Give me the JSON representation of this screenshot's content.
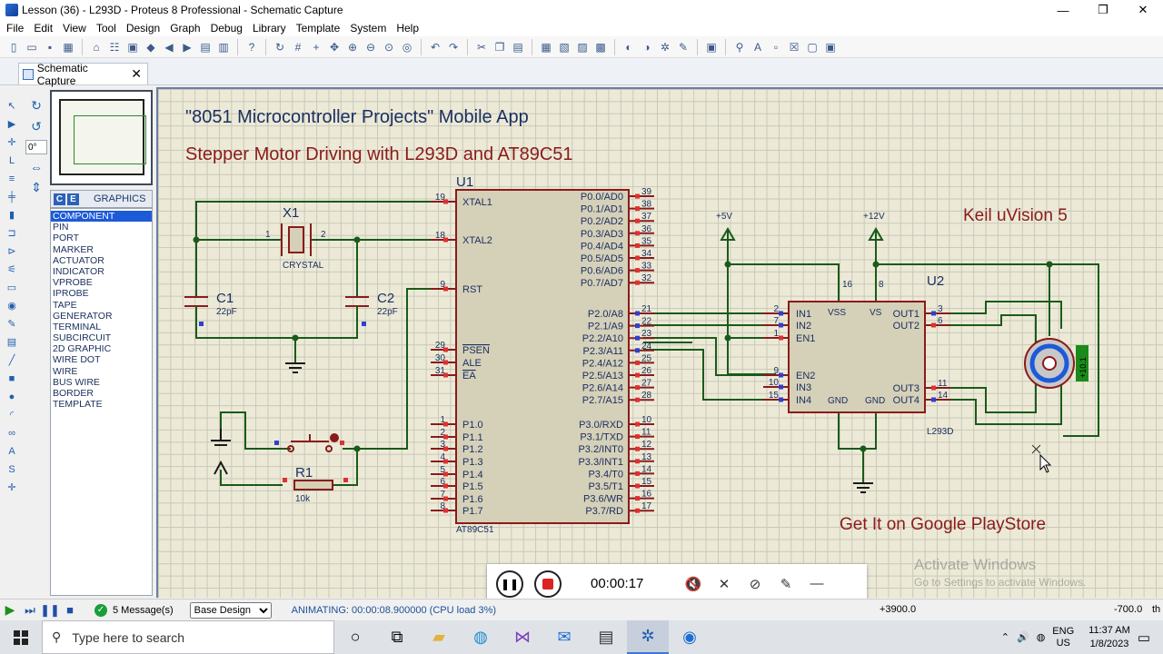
{
  "window": {
    "title": "Lesson (36) - L293D - Proteus 8 Professional - Schematic Capture",
    "controls": [
      "—",
      "❐",
      "✕"
    ]
  },
  "menu": [
    "File",
    "Edit",
    "View",
    "Tool",
    "Design",
    "Graph",
    "Debug",
    "Library",
    "Template",
    "System",
    "Help"
  ],
  "tab": {
    "label": "Schematic Capture",
    "close": "✕"
  },
  "rotation": {
    "value": "0°"
  },
  "devices": {
    "mode_c": "C",
    "mode_e": "E",
    "header": "GRAPHICS",
    "items": [
      "COMPONENT",
      "PIN",
      "PORT",
      "MARKER",
      "ACTUATOR",
      "INDICATOR",
      "VPROBE",
      "IPROBE",
      "TAPE",
      "GENERATOR",
      "TERMINAL",
      "SUBCIRCUIT",
      "2D GRAPHIC",
      "WIRE DOT",
      "WIRE",
      "BUS WIRE",
      "BORDER",
      "TEMPLATE"
    ],
    "selected": "COMPONENT"
  },
  "schematic": {
    "title1": "\"8051 Microcontroller Projects\" Mobile App",
    "title2": "Stepper Motor Driving with L293D and AT89C51",
    "keil": "Keil uVision 5",
    "playstore": "Get It on Google PlayStore",
    "u1": {
      "ref": "U1",
      "part": "AT89C51",
      "left_pins": [
        {
          "num": "19",
          "name": "XTAL1"
        },
        {
          "num": "18",
          "name": "XTAL2"
        },
        {
          "num": "9",
          "name": "RST"
        },
        {
          "num": "29",
          "name": "PSEN"
        },
        {
          "num": "30",
          "name": "ALE"
        },
        {
          "num": "31",
          "name": "EA"
        },
        {
          "num": "1",
          "name": "P1.0"
        },
        {
          "num": "2",
          "name": "P1.1"
        },
        {
          "num": "3",
          "name": "P1.2"
        },
        {
          "num": "4",
          "name": "P1.3"
        },
        {
          "num": "5",
          "name": "P1.4"
        },
        {
          "num": "6",
          "name": "P1.5"
        },
        {
          "num": "7",
          "name": "P1.6"
        },
        {
          "num": "8",
          "name": "P1.7"
        }
      ],
      "right_pins": [
        {
          "num": "39",
          "name": "P0.0/AD0"
        },
        {
          "num": "38",
          "name": "P0.1/AD1"
        },
        {
          "num": "37",
          "name": "P0.2/AD2"
        },
        {
          "num": "36",
          "name": "P0.3/AD3"
        },
        {
          "num": "35",
          "name": "P0.4/AD4"
        },
        {
          "num": "34",
          "name": "P0.5/AD5"
        },
        {
          "num": "33",
          "name": "P0.6/AD6"
        },
        {
          "num": "32",
          "name": "P0.7/AD7"
        },
        {
          "num": "21",
          "name": "P2.0/A8"
        },
        {
          "num": "22",
          "name": "P2.1/A9"
        },
        {
          "num": "23",
          "name": "P2.2/A10"
        },
        {
          "num": "24",
          "name": "P2.3/A11"
        },
        {
          "num": "25",
          "name": "P2.4/A12"
        },
        {
          "num": "26",
          "name": "P2.5/A13"
        },
        {
          "num": "27",
          "name": "P2.6/A14"
        },
        {
          "num": "28",
          "name": "P2.7/A15"
        },
        {
          "num": "10",
          "name": "P3.0/RXD"
        },
        {
          "num": "11",
          "name": "P3.1/TXD"
        },
        {
          "num": "12",
          "name": "P3.2/INT0"
        },
        {
          "num": "13",
          "name": "P3.3/INT1"
        },
        {
          "num": "14",
          "name": "P3.4/T0"
        },
        {
          "num": "15",
          "name": "P3.5/T1"
        },
        {
          "num": "16",
          "name": "P3.6/WR"
        },
        {
          "num": "17",
          "name": "P3.7/RD"
        }
      ]
    },
    "x1": {
      "ref": "X1",
      "value": "CRYSTAL",
      "pin1": "1",
      "pin2": "2"
    },
    "c1": {
      "ref": "C1",
      "value": "22pF"
    },
    "c2": {
      "ref": "C2",
      "value": "22pF"
    },
    "r1": {
      "ref": "R1",
      "value": "10k"
    },
    "u2": {
      "ref": "U2",
      "part": "L293D",
      "left_pins": [
        {
          "num": "2",
          "name": "IN1"
        },
        {
          "num": "7",
          "name": "IN2"
        },
        {
          "num": "1",
          "name": "EN1"
        },
        {
          "num": "9",
          "name": "EN2"
        },
        {
          "num": "10",
          "name": "IN3"
        },
        {
          "num": "15",
          "name": "IN4"
        }
      ],
      "right_pins": [
        {
          "num": "3",
          "name": "OUT1"
        },
        {
          "num": "6",
          "name": "OUT2"
        },
        {
          "num": "11",
          "name": "OUT3"
        },
        {
          "num": "14",
          "name": "OUT4"
        }
      ],
      "top_pins": [
        {
          "num": "16",
          "name": "VSS"
        },
        {
          "num": "8",
          "name": "VS"
        }
      ],
      "bottom_labels": [
        "GND",
        "GND"
      ]
    },
    "power1": "+5V",
    "power2": "+12V",
    "motor_readout": "+10.1"
  },
  "recorder": {
    "time": "00:00:17"
  },
  "watermark": {
    "line1": "Activate Windows",
    "line2": "Go to Settings to activate Windows."
  },
  "status": {
    "messages": "5 Message(s)",
    "design": "Base Design",
    "animating": "ANIMATING: 00:00:08.900000 (CPU load 3%)",
    "coord_x": "+3900.0",
    "coord_y": "-700.0",
    "unit": "th"
  },
  "taskbar": {
    "search_placeholder": "Type here to search",
    "lang1": "ENG",
    "lang2": "US",
    "time": "11:37 AM",
    "date": "1/8/2023"
  },
  "colors": {
    "canvas": "#ecead7",
    "wire": "#1a5a1a",
    "body": "#d5d0b8",
    "body_border": "#8b1a1a",
    "text_red": "#8b1a1a",
    "text_blue": "#1b2f63",
    "pin_red": "#e03030",
    "pin_blue": "#2f3fd0"
  }
}
